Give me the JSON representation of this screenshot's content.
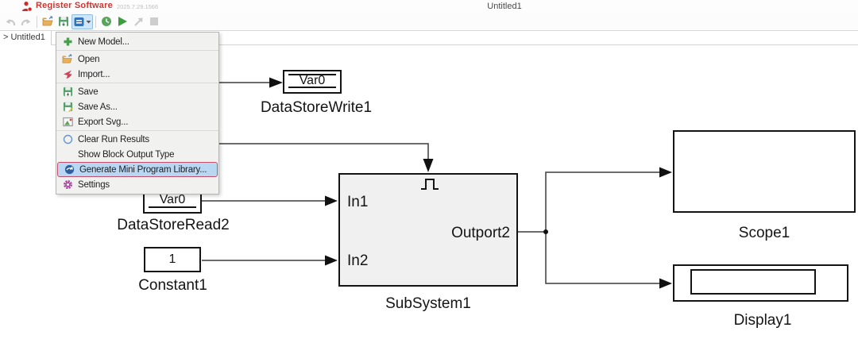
{
  "titlebar": {
    "app_name": "Register Software",
    "version": "2025.7.29.1566",
    "window_title": "Untitled1",
    "brand_color": "#cf3430"
  },
  "toolbar": {
    "buttons": [
      {
        "icon": "undo-icon",
        "enabled": false
      },
      {
        "icon": "redo-icon",
        "enabled": false
      },
      {
        "icon": "folder-open-icon",
        "enabled": true
      },
      {
        "icon": "save-icon",
        "enabled": true
      },
      {
        "icon": "file-menu-icon",
        "enabled": true,
        "state": "open",
        "highlight_color": "#cfe6f9"
      },
      {
        "icon": "clock-icon",
        "enabled": true
      },
      {
        "icon": "play-icon",
        "enabled": true
      },
      {
        "icon": "arrow-up-right-icon",
        "enabled": false
      },
      {
        "icon": "stop-icon",
        "enabled": false
      }
    ]
  },
  "tabstrip": {
    "active_tab": "> Untitled1"
  },
  "menu": {
    "highlight_color": "#b9d7f3",
    "annotation_border_color": "#c14f6b",
    "items": [
      {
        "label": "New Model...",
        "icon": "plus-icon"
      },
      {
        "label": "Open",
        "icon": "folder-open-icon"
      },
      {
        "label": "Import...",
        "icon": "import-arrow-icon"
      },
      {
        "label": "Save",
        "icon": "save-icon"
      },
      {
        "label": "Save As...",
        "icon": "save-as-icon"
      },
      {
        "label": "Export Svg...",
        "icon": "image-icon"
      },
      {
        "label": "Clear Run Results",
        "icon": "circle-outline-icon"
      },
      {
        "label": "Show Block Output Type",
        "icon": "none"
      },
      {
        "label": "Generate Mini Program Library...",
        "icon": "generate-library-icon",
        "highlighted": true
      },
      {
        "label": "Settings",
        "icon": "gear-icon"
      }
    ]
  },
  "diagram": {
    "write": {
      "value": "Var0",
      "label": "DataStoreWrite1"
    },
    "read": {
      "value": "Var0",
      "label": "DataStoreRead2"
    },
    "constant": {
      "value": "1",
      "label": "Constant1"
    },
    "subsystem": {
      "in1": "In1",
      "in2": "In2",
      "out": "Outport2",
      "label": "SubSystem1",
      "trigger_icon": "pulse-trigger-icon"
    },
    "scope": {
      "label": "Scope1"
    },
    "display": {
      "value": "",
      "label": "Display1"
    }
  }
}
